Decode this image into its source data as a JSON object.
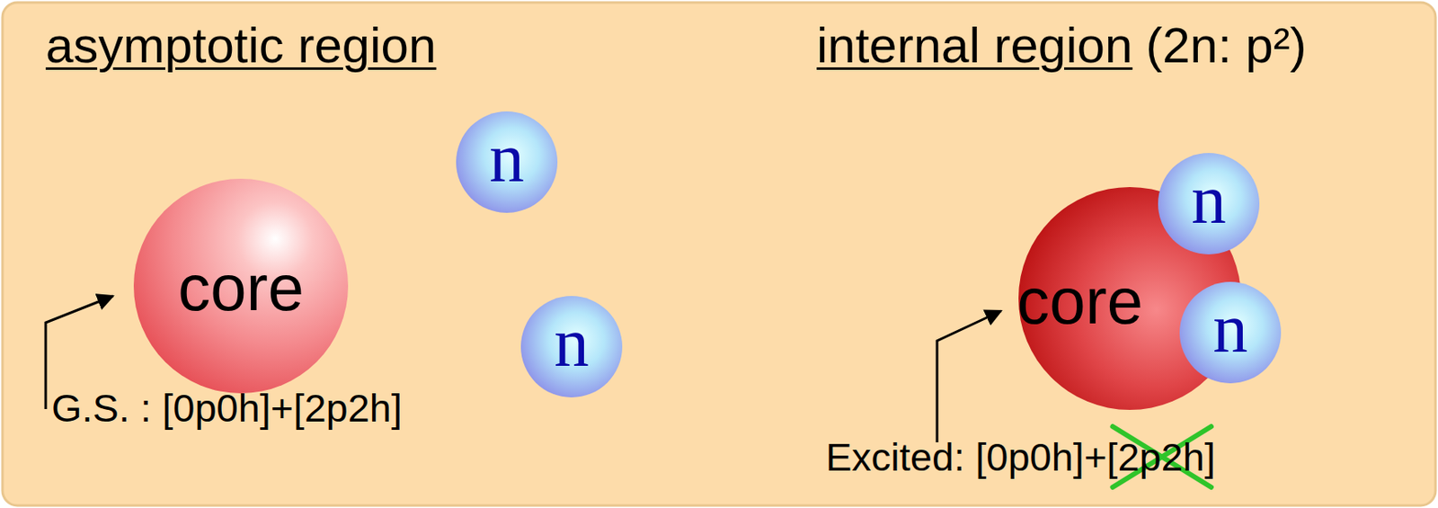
{
  "diagram": {
    "nodes": [
      {
        "text": [
          "core"
        ]
      },
      {
        "text": [
          "n"
        ]
      },
      {
        "text": [
          "n"
        ]
      },
      {
        "text": [
          "core"
        ]
      },
      {
        "text": [
          "n"
        ]
      },
      {
        "text": [
          "n"
        ]
      }
    ],
    "labels": [
      "asymptotic region",
      "internal region",
      "(2n: p²)",
      "G.S. : [0p0h]+[2p2h]",
      "Excited: [0p0h]+[2p2h]"
    ]
  }
}
